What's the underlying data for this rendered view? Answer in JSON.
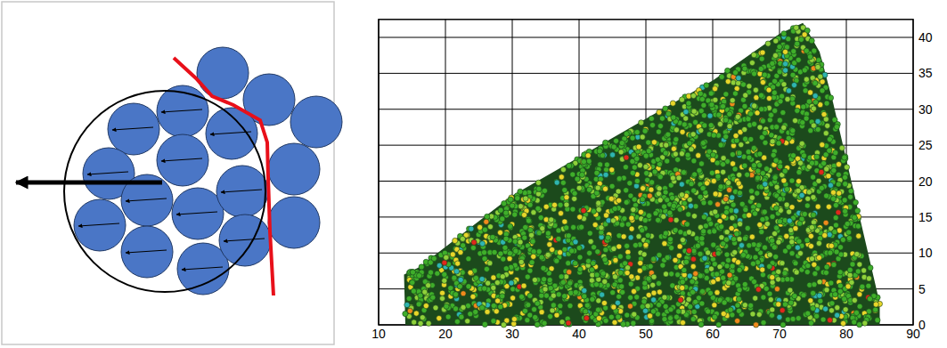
{
  "diagram": {
    "labels": [
      "10",
      "20",
      "30",
      "40",
      "50",
      "60",
      "70",
      "80",
      "90",
      "0",
      "5",
      "10",
      "15",
      "20",
      "25",
      "30",
      "35",
      "40"
    ]
  }
}
